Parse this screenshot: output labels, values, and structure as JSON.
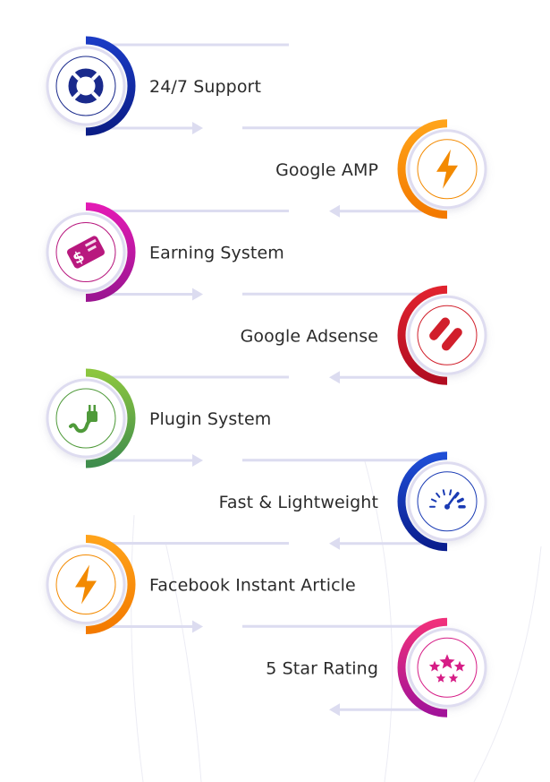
{
  "features": [
    {
      "label": "24/7 Support",
      "side": "left",
      "icon": "lifebuoy-icon",
      "colors": [
        "#1b3bc4",
        "#0b1d86"
      ],
      "icon_color": "#1a2a8c"
    },
    {
      "label": "Google AMP",
      "side": "right",
      "icon": "lightning-icon",
      "colors": [
        "#ffa31a",
        "#f37a00"
      ],
      "icon_color": "#f38a00"
    },
    {
      "label": "Earning System",
      "side": "left",
      "icon": "dollar-card-icon",
      "colors": [
        "#e21bb4",
        "#9b1591"
      ],
      "icon_color": "#b8187e"
    },
    {
      "label": "Google Adsense",
      "side": "right",
      "icon": "adsense-icon",
      "colors": [
        "#e0232e",
        "#b10d21"
      ],
      "icon_color": "#d11f2b"
    },
    {
      "label": "Plugin System",
      "side": "left",
      "icon": "plug-icon",
      "colors": [
        "#8cc63f",
        "#3f8d4d"
      ],
      "icon_color": "#4f9a3a"
    },
    {
      "label": "Fast & Lightweight",
      "side": "right",
      "icon": "speedometer-icon",
      "colors": [
        "#1f4ed6",
        "#0a1e8e"
      ],
      "icon_color": "#1a3bb4"
    },
    {
      "label": "Facebook Instant Article",
      "side": "left",
      "icon": "lightning-icon",
      "colors": [
        "#ffa31a",
        "#f37a00"
      ],
      "icon_color": "#f38a00"
    },
    {
      "label": "5 Star Rating",
      "side": "right",
      "icon": "stars-icon",
      "colors": [
        "#f0307b",
        "#a21399"
      ],
      "icon_color": "#d61d86"
    }
  ],
  "theme": {
    "line_color": "#dcdcf0",
    "ring_border": "#dedcf0",
    "text_color": "#2b2b2b"
  }
}
